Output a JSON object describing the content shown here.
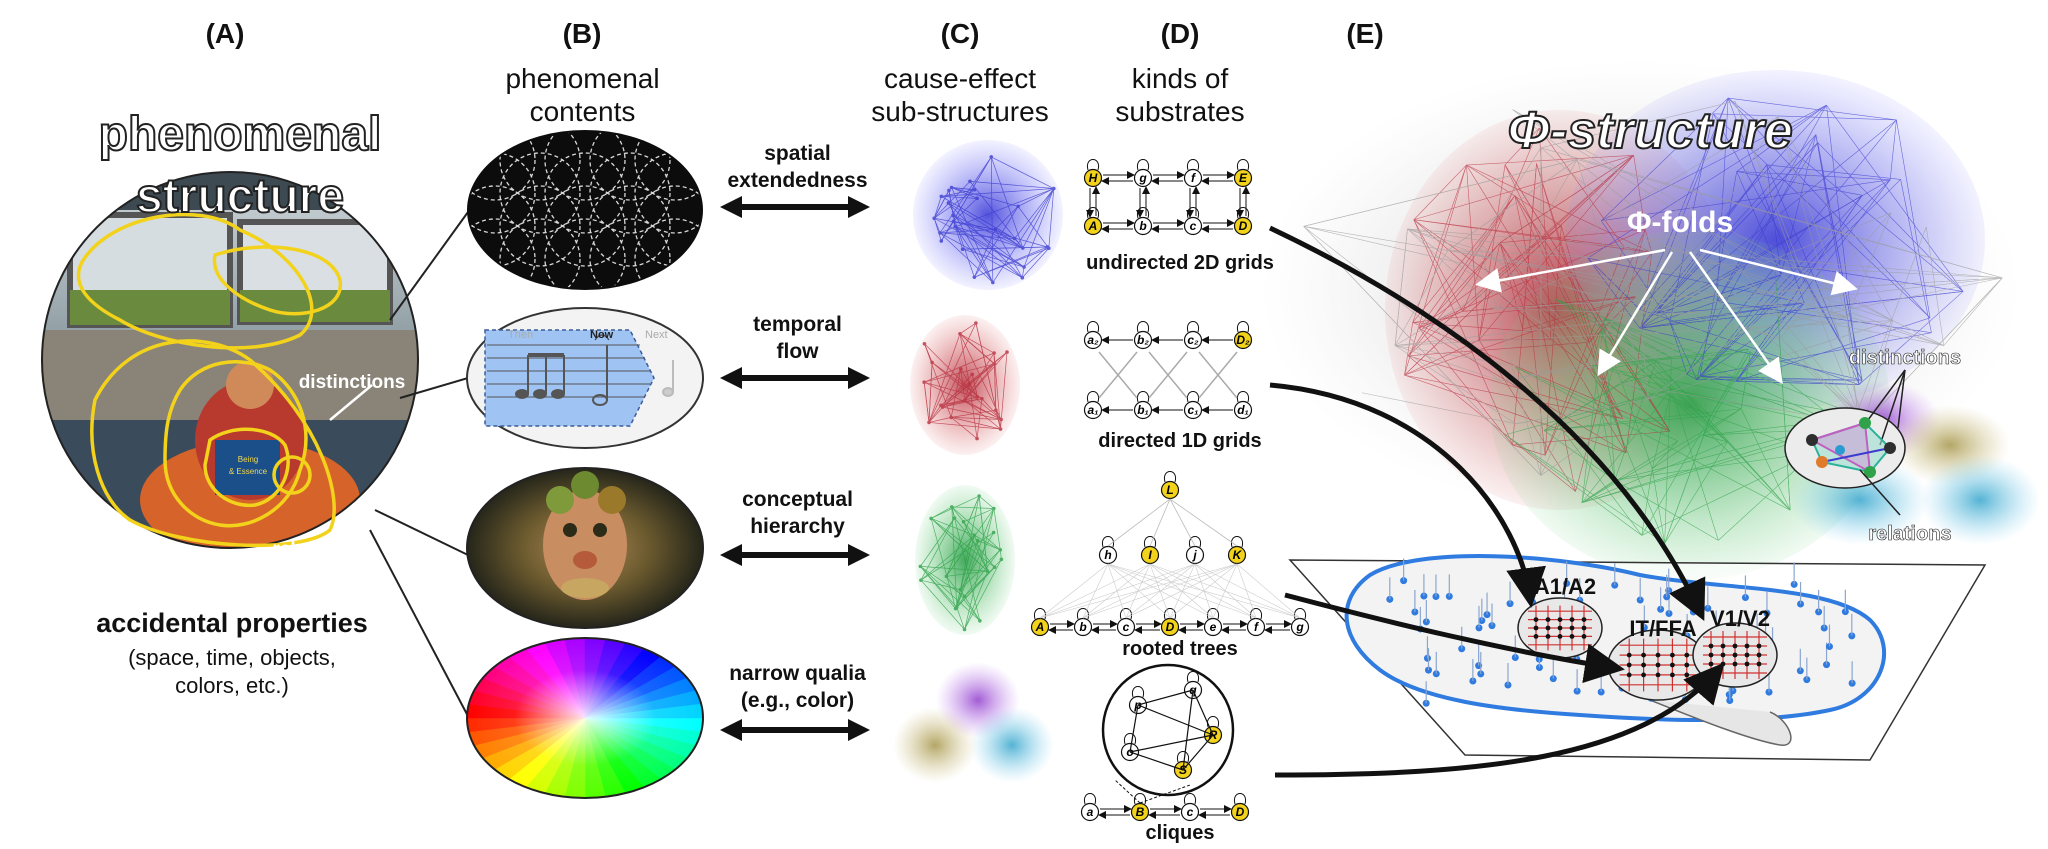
{
  "panels": {
    "a": {
      "letter": "(A)",
      "title_line1": "phenomenal",
      "title_line2": "structure",
      "distinctions": "distinctions",
      "relations": "relations",
      "accidental_title": "accidental properties",
      "accidental_line1": "(space, time, objects,",
      "accidental_line2": "colors, etc.)",
      "book_line1": "Being",
      "book_line2": "& Essence"
    },
    "b": {
      "letter": "(B)",
      "title_line1": "phenomenal",
      "title_line2": "contents",
      "music_then": "Then",
      "music_now": "Now",
      "music_next": "Next"
    },
    "c": {
      "letter": "(C)",
      "title_line1": "cause-effect",
      "title_line2": "sub-structures"
    },
    "d": {
      "letter": "(D)",
      "title_line1": "kinds of",
      "title_line2": "substrates",
      "grid2d_label": "undirected 2D grids",
      "grid1d_label": "directed 1D grids",
      "trees_label": "rooted trees",
      "cliques_label": "cliques"
    },
    "e": {
      "letter": "(E)",
      "title": "Φ-structure",
      "folds": "Φ-folds",
      "distinctions": "distinctions",
      "relations": "relations",
      "a1": "A1/A2",
      "it": "IT/FFA",
      "v1": "V1/V2"
    }
  },
  "mappings": [
    {
      "line1": "spatial",
      "line2": "extendedness"
    },
    {
      "line1": "temporal",
      "line2": "flow"
    },
    {
      "line1": "conceptual",
      "line2": "hierarchy"
    },
    {
      "line1": "narrow qualia",
      "line2": "(e.g., color)"
    }
  ],
  "grid2d": {
    "top": [
      "H",
      "g",
      "f",
      "E"
    ],
    "bottom": [
      "A",
      "b",
      "c",
      "D"
    ]
  },
  "grid1d": {
    "top": [
      "a₂",
      "b₂",
      "c₂",
      "D₂"
    ],
    "bottom": [
      "a₁",
      "b₁",
      "c₁",
      "d₁"
    ]
  },
  "tree": {
    "root": "L",
    "mid": [
      "h",
      "I",
      "j",
      "K"
    ],
    "leaves": [
      "A",
      "b",
      "c",
      "D",
      "e",
      "f",
      "g"
    ]
  },
  "clique": {
    "inner": [
      "p",
      "q",
      "R",
      "S",
      "o"
    ],
    "bottom": [
      "a",
      "B",
      "c",
      "D"
    ]
  },
  "colors": {
    "blue": "#3b3bd0",
    "red": "#b8303f",
    "green": "#2fa24a",
    "yellow": "#f2d21b",
    "cortex_blue": "#2f7be0"
  }
}
